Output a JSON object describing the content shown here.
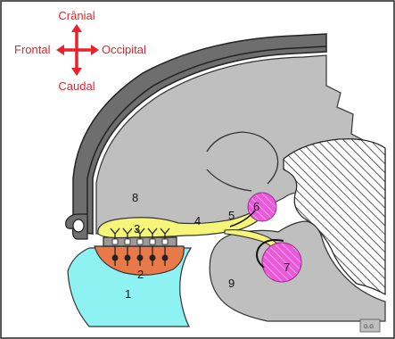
{
  "orientation": {
    "top": "Crânial",
    "left": "Frontal",
    "right": "Occipital",
    "bottom": "Caudal"
  },
  "structure_labels": [
    "1",
    "2",
    "3",
    "4",
    "5",
    "6",
    "7",
    "8",
    "9"
  ],
  "signature": "G.G",
  "colors": {
    "orientation_text": "#e8232b",
    "bone": "#6e6e6e",
    "brain": "#bfbfbf",
    "olfactory_bulb": "#f5f577",
    "olfactory_mucosa": "#e87a4a",
    "nasal_cavity": "#8ff2f2",
    "nucleus": "#e85ad8"
  }
}
